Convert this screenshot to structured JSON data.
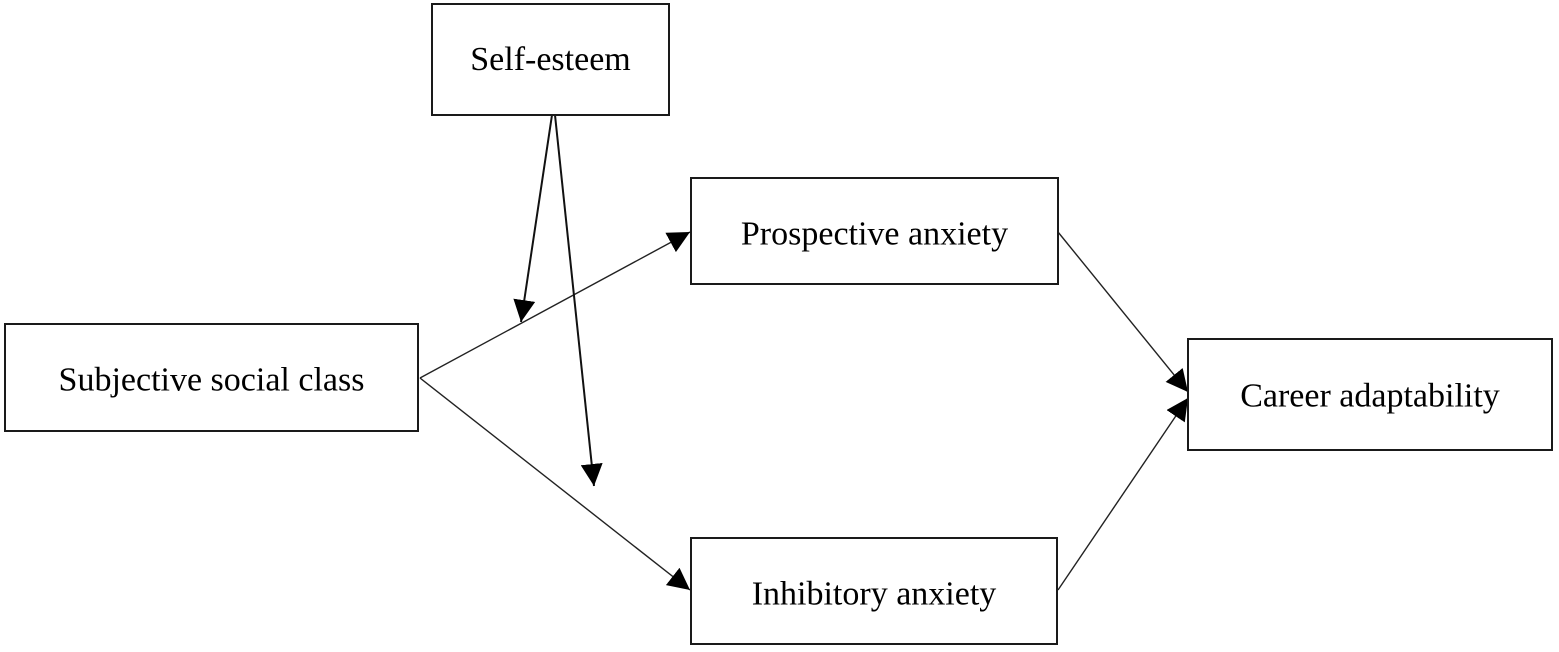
{
  "nodes": {
    "self_esteem": {
      "label": "Self-esteem"
    },
    "prospective_anxiety": {
      "label": "Prospective anxiety"
    },
    "subjective_social_class": {
      "label": "Subjective social class"
    },
    "career_adaptability": {
      "label": "Career adaptability"
    },
    "inhibitory_anxiety": {
      "label": "Inhibitory anxiety"
    }
  },
  "edges": [
    {
      "from": "subjective_social_class",
      "to": "prospective_anxiety",
      "type": "path"
    },
    {
      "from": "subjective_social_class",
      "to": "inhibitory_anxiety",
      "type": "path"
    },
    {
      "from": "prospective_anxiety",
      "to": "career_adaptability",
      "type": "path"
    },
    {
      "from": "inhibitory_anxiety",
      "to": "career_adaptability",
      "type": "path"
    },
    {
      "from": "self_esteem",
      "to": "subjective_social_class→prospective_anxiety",
      "type": "moderation"
    },
    {
      "from": "self_esteem",
      "to": "subjective_social_class→inhibitory_anxiety",
      "type": "moderation"
    }
  ],
  "colors": {
    "stroke": "#1a1a1a",
    "text": "#000000",
    "background": "#ffffff"
  }
}
